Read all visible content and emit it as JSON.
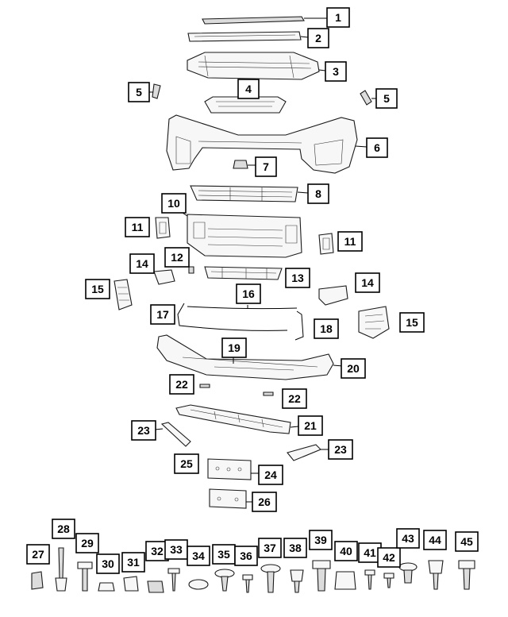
{
  "callouts": {
    "c1": "1",
    "c2": "2",
    "c3": "3",
    "c4": "4",
    "c5a": "5",
    "c5b": "5",
    "c6": "6",
    "c7": "7",
    "c8": "8",
    "c10": "10",
    "c11a": "11",
    "c11b": "11",
    "c12": "12",
    "c13": "13",
    "c14a": "14",
    "c14b": "14",
    "c15a": "15",
    "c15b": "15",
    "c16": "16",
    "c17": "17",
    "c18": "18",
    "c19": "19",
    "c20": "20",
    "c21": "21",
    "c22a": "22",
    "c22b": "22",
    "c23a": "23",
    "c23b": "23",
    "c24": "24",
    "c25": "25",
    "c26": "26",
    "c27": "27",
    "c28": "28",
    "c29": "29",
    "c30": "30",
    "c31": "31",
    "c32": "32",
    "c33": "33",
    "c34": "34",
    "c35": "35",
    "c36": "36",
    "c37": "37",
    "c38": "38",
    "c39": "39",
    "c40": "40",
    "c41": "41",
    "c42": "42",
    "c43": "43",
    "c44": "44",
    "c45": "45"
  }
}
